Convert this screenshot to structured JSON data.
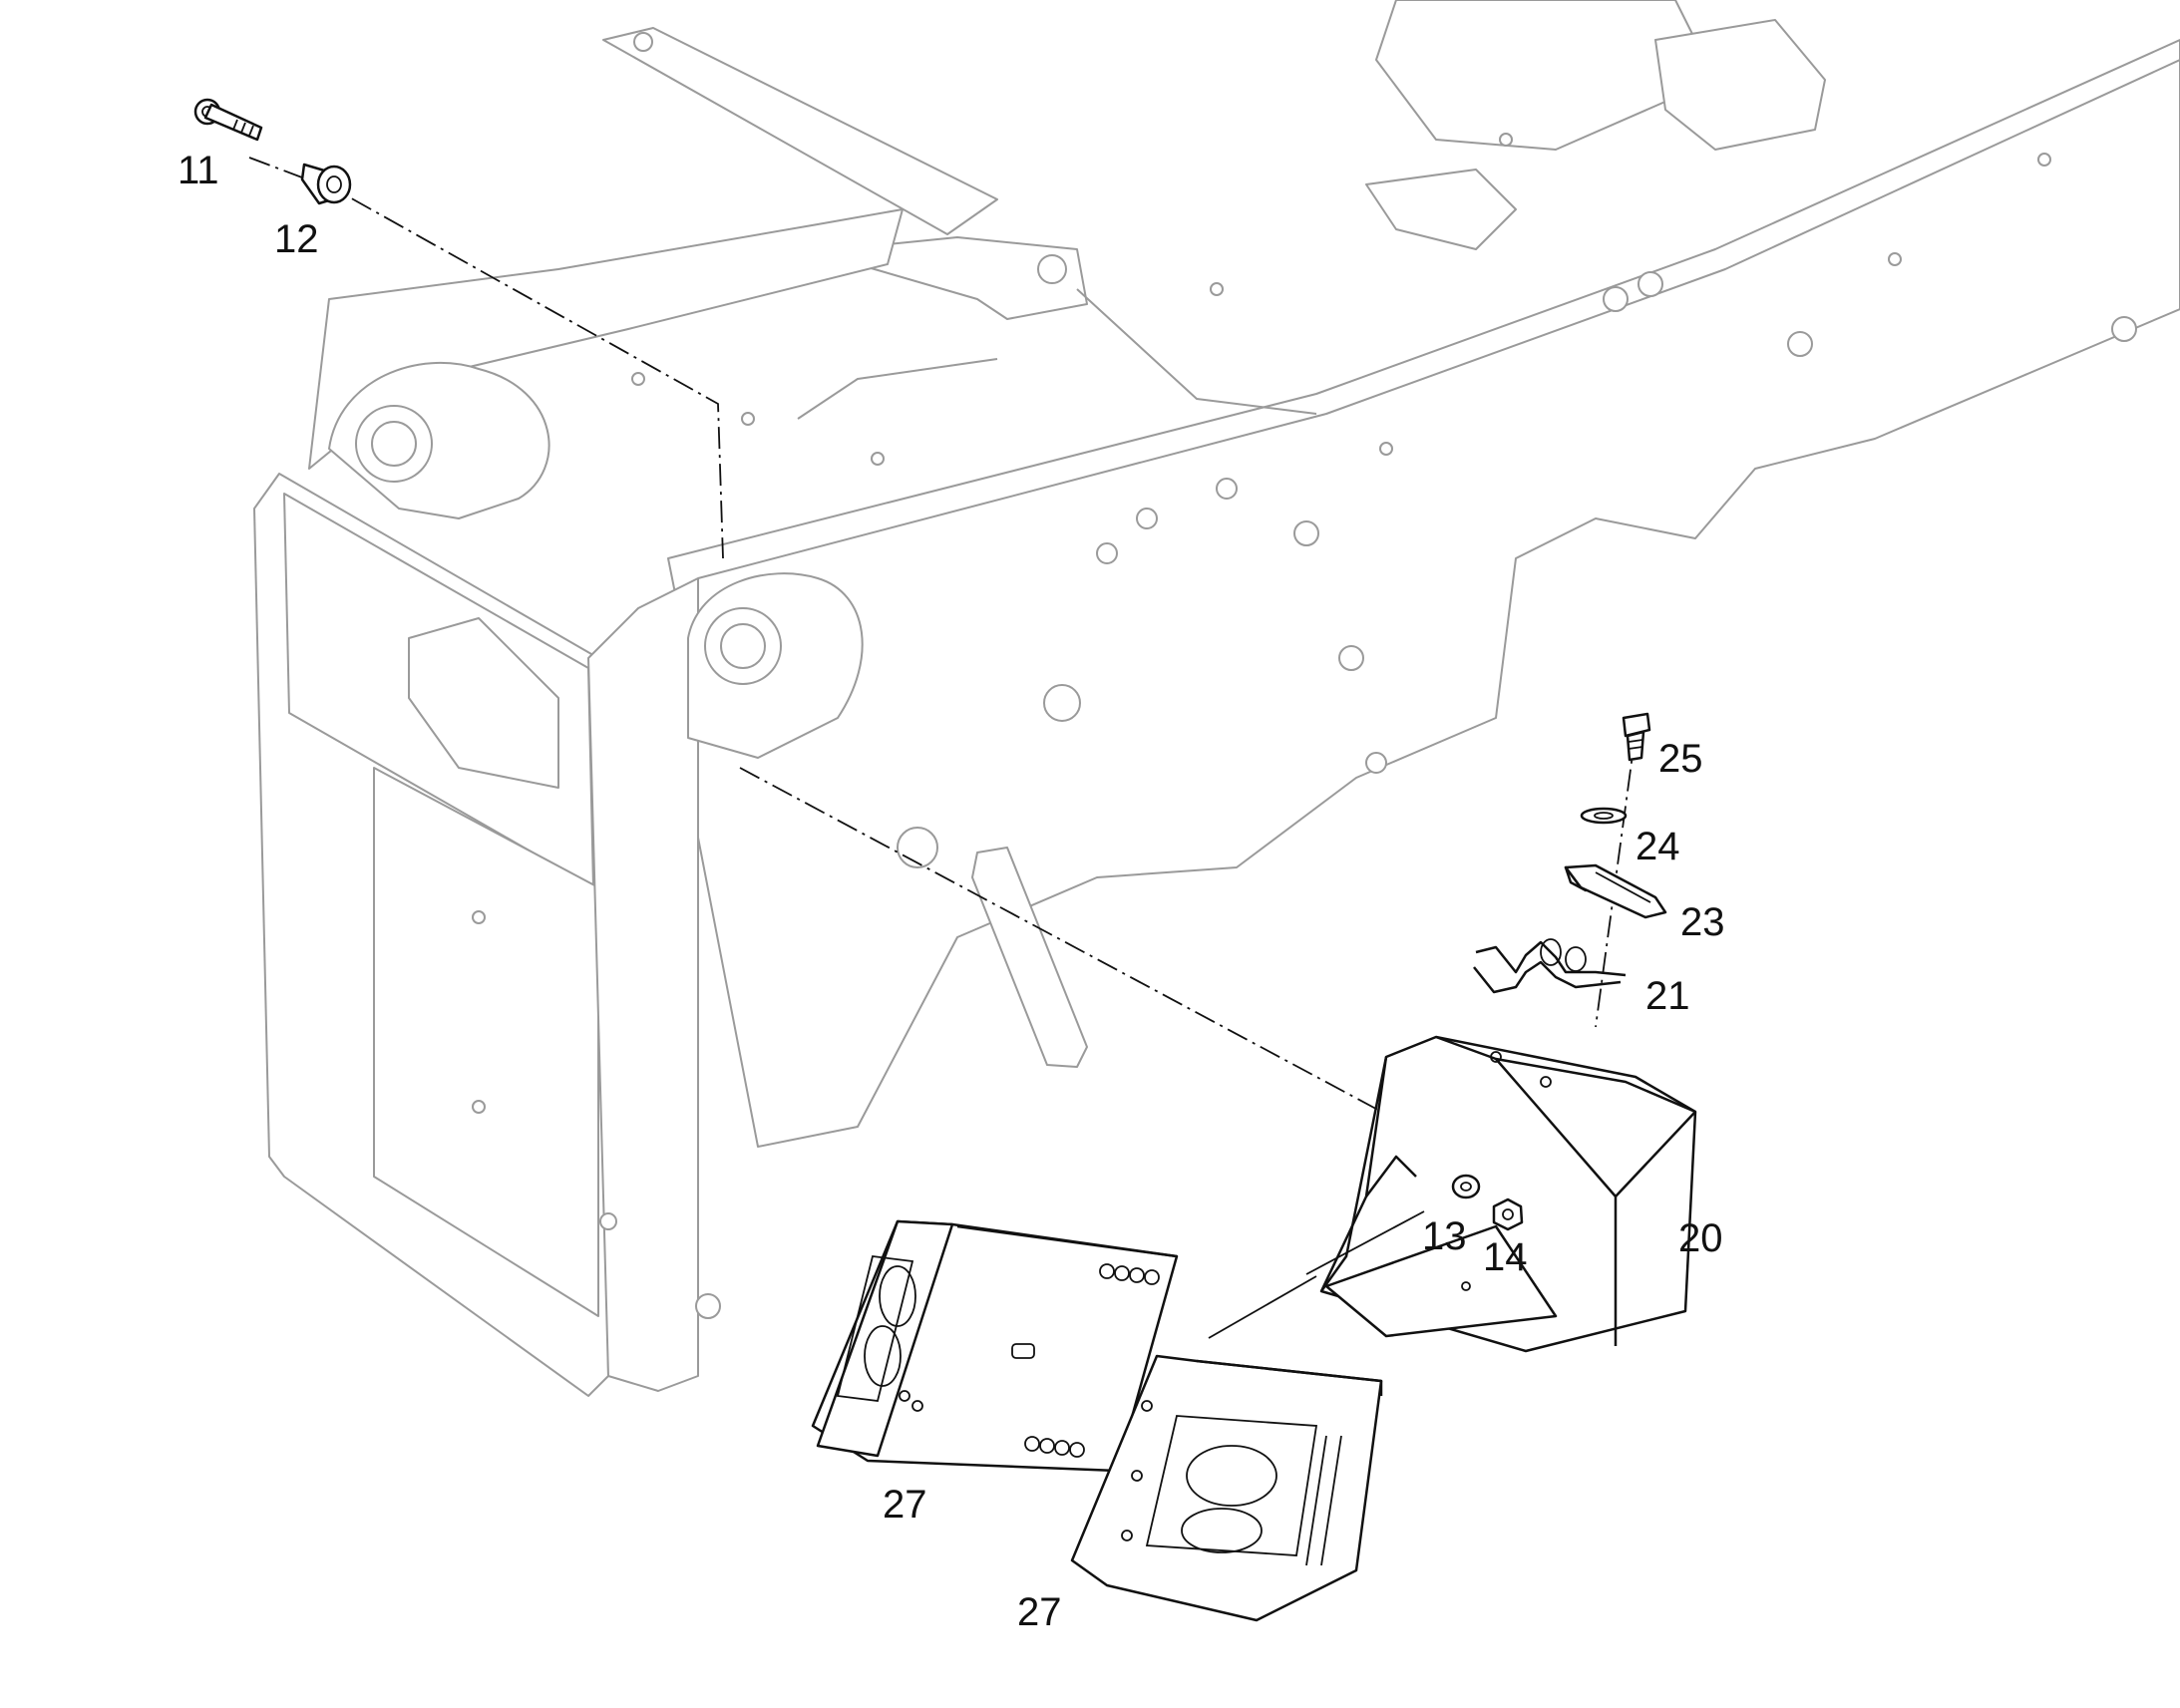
{
  "callouts": [
    {
      "id": "11",
      "label": "11"
    },
    {
      "id": "12",
      "label": "12"
    },
    {
      "id": "13",
      "label": "13"
    },
    {
      "id": "14",
      "label": "14"
    },
    {
      "id": "20",
      "label": "20"
    },
    {
      "id": "21",
      "label": "21"
    },
    {
      "id": "23",
      "label": "23"
    },
    {
      "id": "24",
      "label": "24"
    },
    {
      "id": "25",
      "label": "25"
    },
    {
      "id": "27a",
      "label": "27"
    },
    {
      "id": "27b",
      "label": "27"
    }
  ],
  "colors": {
    "frame": "#9a9a9a",
    "part": "#111111",
    "background": "#ffffff"
  }
}
